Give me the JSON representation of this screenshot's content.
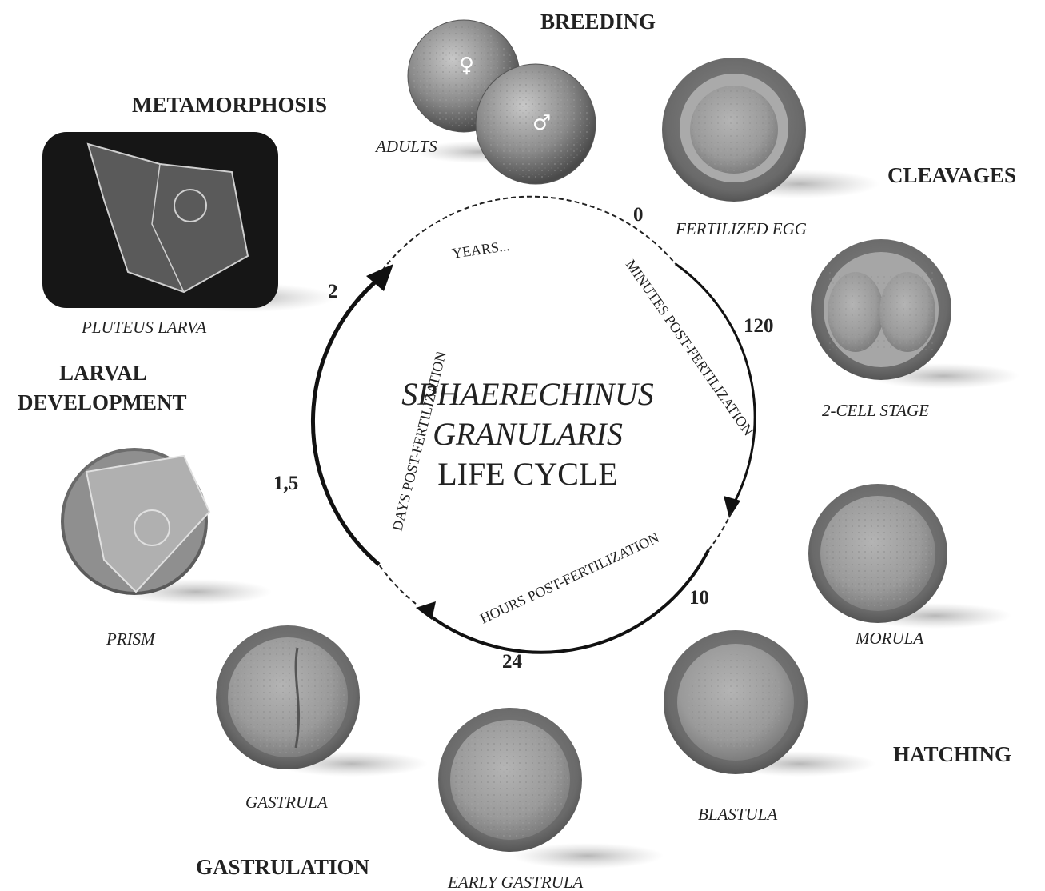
{
  "title": {
    "species_line1": "SPHAERECHINUS",
    "species_line2": "GRANULARIS",
    "line3": "LIFE CYCLE"
  },
  "phases": {
    "breeding": "BREEDING",
    "cleavages": "CLEAVAGES",
    "hatching": "HATCHING",
    "gastrulation": "GASTRULATION",
    "larval_line1": "LARVAL",
    "larval_line2": "DEVELOPMENT",
    "metamorphosis": "METAMORPHOSIS"
  },
  "stages": {
    "adults": "ADULTS",
    "fertilized_egg": "FERTILIZED EGG",
    "two_cell": "2-CELL STAGE",
    "morula": "MORULA",
    "blastula": "BLASTULA",
    "early_gastrula": "EARLY GASTRULA",
    "gastrula": "GASTRULA",
    "prism": "PRISM",
    "pluteus": "PLUTEUS LARVA"
  },
  "times": {
    "t0": "0",
    "t120": "120",
    "t10": "10",
    "t24": "24",
    "t15": "1,5",
    "t2": "2"
  },
  "arc_labels": {
    "years": "YEARS...",
    "minutes": "MINUTES POST-FERTILIZATION",
    "hours": "HOURS POST-FERTILIZATION",
    "days": "DAYS POST-FERTILIZATION"
  },
  "symbols": {
    "female": "♀",
    "male": "♂"
  },
  "colors": {
    "ink": "#222222",
    "disc_rim": "#6e6e6e",
    "cell_fill": "#9c9c9c"
  }
}
